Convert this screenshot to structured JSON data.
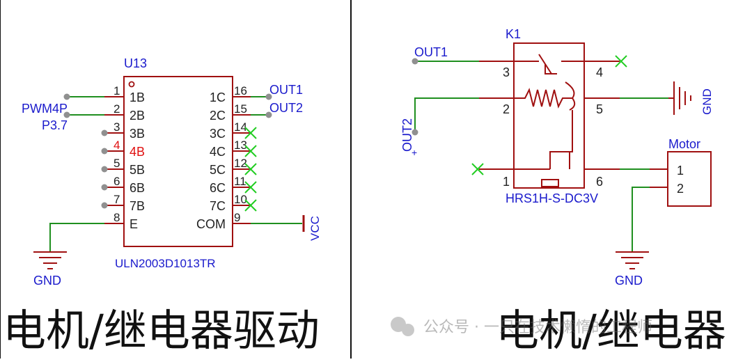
{
  "colors": {
    "wire": "#1f8f1f",
    "body": "#a01010",
    "label_blue": "#1a1acc",
    "pin_text": "#222222",
    "active_pin": "#e01010",
    "pin_dot": "#909090",
    "noconnect": "#22cc22",
    "caption": "#111111",
    "divider": "#111111"
  },
  "left_diagram": {
    "caption": "电机/继电器驱动",
    "chip": {
      "designator": "U13",
      "part_number": "ULN2003D1013TR",
      "left_pins": [
        {
          "num": "1",
          "name": "1B"
        },
        {
          "num": "2",
          "name": "2B"
        },
        {
          "num": "3",
          "name": "3B"
        },
        {
          "num": "4",
          "name": "4B"
        },
        {
          "num": "5",
          "name": "5B"
        },
        {
          "num": "6",
          "name": "6B"
        },
        {
          "num": "7",
          "name": "7B"
        },
        {
          "num": "8",
          "name": "E"
        }
      ],
      "right_pins": [
        {
          "num": "16",
          "name": "1C"
        },
        {
          "num": "15",
          "name": "2C"
        },
        {
          "num": "14",
          "name": "3C"
        },
        {
          "num": "13",
          "name": "4C"
        },
        {
          "num": "12",
          "name": "5C"
        },
        {
          "num": "11",
          "name": "6C"
        },
        {
          "num": "10",
          "name": "7C"
        },
        {
          "num": "9",
          "name": "COM"
        }
      ]
    },
    "nets": {
      "pwm": "PWM4P",
      "p37": "P3.7",
      "out1": "OUT1",
      "out2": "OUT2",
      "vcc": "VCC",
      "gnd": "GND"
    }
  },
  "right_diagram": {
    "caption": "电机/继电器",
    "relay": {
      "designator": "K1",
      "part_number": "HRS1H-S-DC3V",
      "pins": [
        "3",
        "4",
        "2",
        "5",
        "1",
        "6"
      ]
    },
    "motor": {
      "label": "Motor",
      "pins": [
        "1",
        "2"
      ]
    },
    "nets": {
      "out1": "OUT1",
      "out2": "OUT2",
      "out2_plus": "+",
      "gnd_right": "GND",
      "gnd_bottom": "GND"
    }
  },
  "watermark": "公众号 · 一只在技术懒惰的工程师"
}
